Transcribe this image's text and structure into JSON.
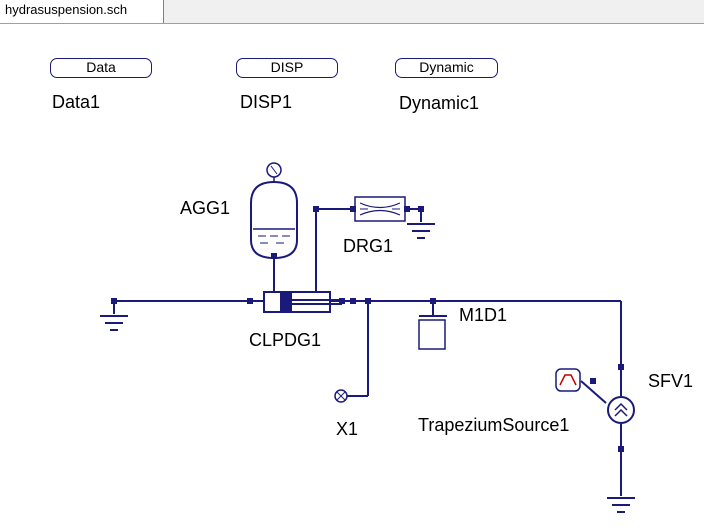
{
  "tab": {
    "title": "hydrasuspension.sch"
  },
  "blocks": {
    "data": {
      "box": "Data",
      "label": "Data1"
    },
    "disp": {
      "box": "DISP",
      "label": "DISP1"
    },
    "dynamic": {
      "box": "Dynamic",
      "label": "Dynamic1"
    }
  },
  "components": {
    "accumulator": "AGG1",
    "restrictor": "DRG1",
    "cylinder": "CLPDG1",
    "mass": "M1D1",
    "probe": "X1",
    "source": "TrapeziumSource1",
    "velocity_source": "SFV1"
  },
  "colors": {
    "wire": "#1a1a7a",
    "node": "#1a1a7a",
    "source_icon": "#c00000"
  }
}
